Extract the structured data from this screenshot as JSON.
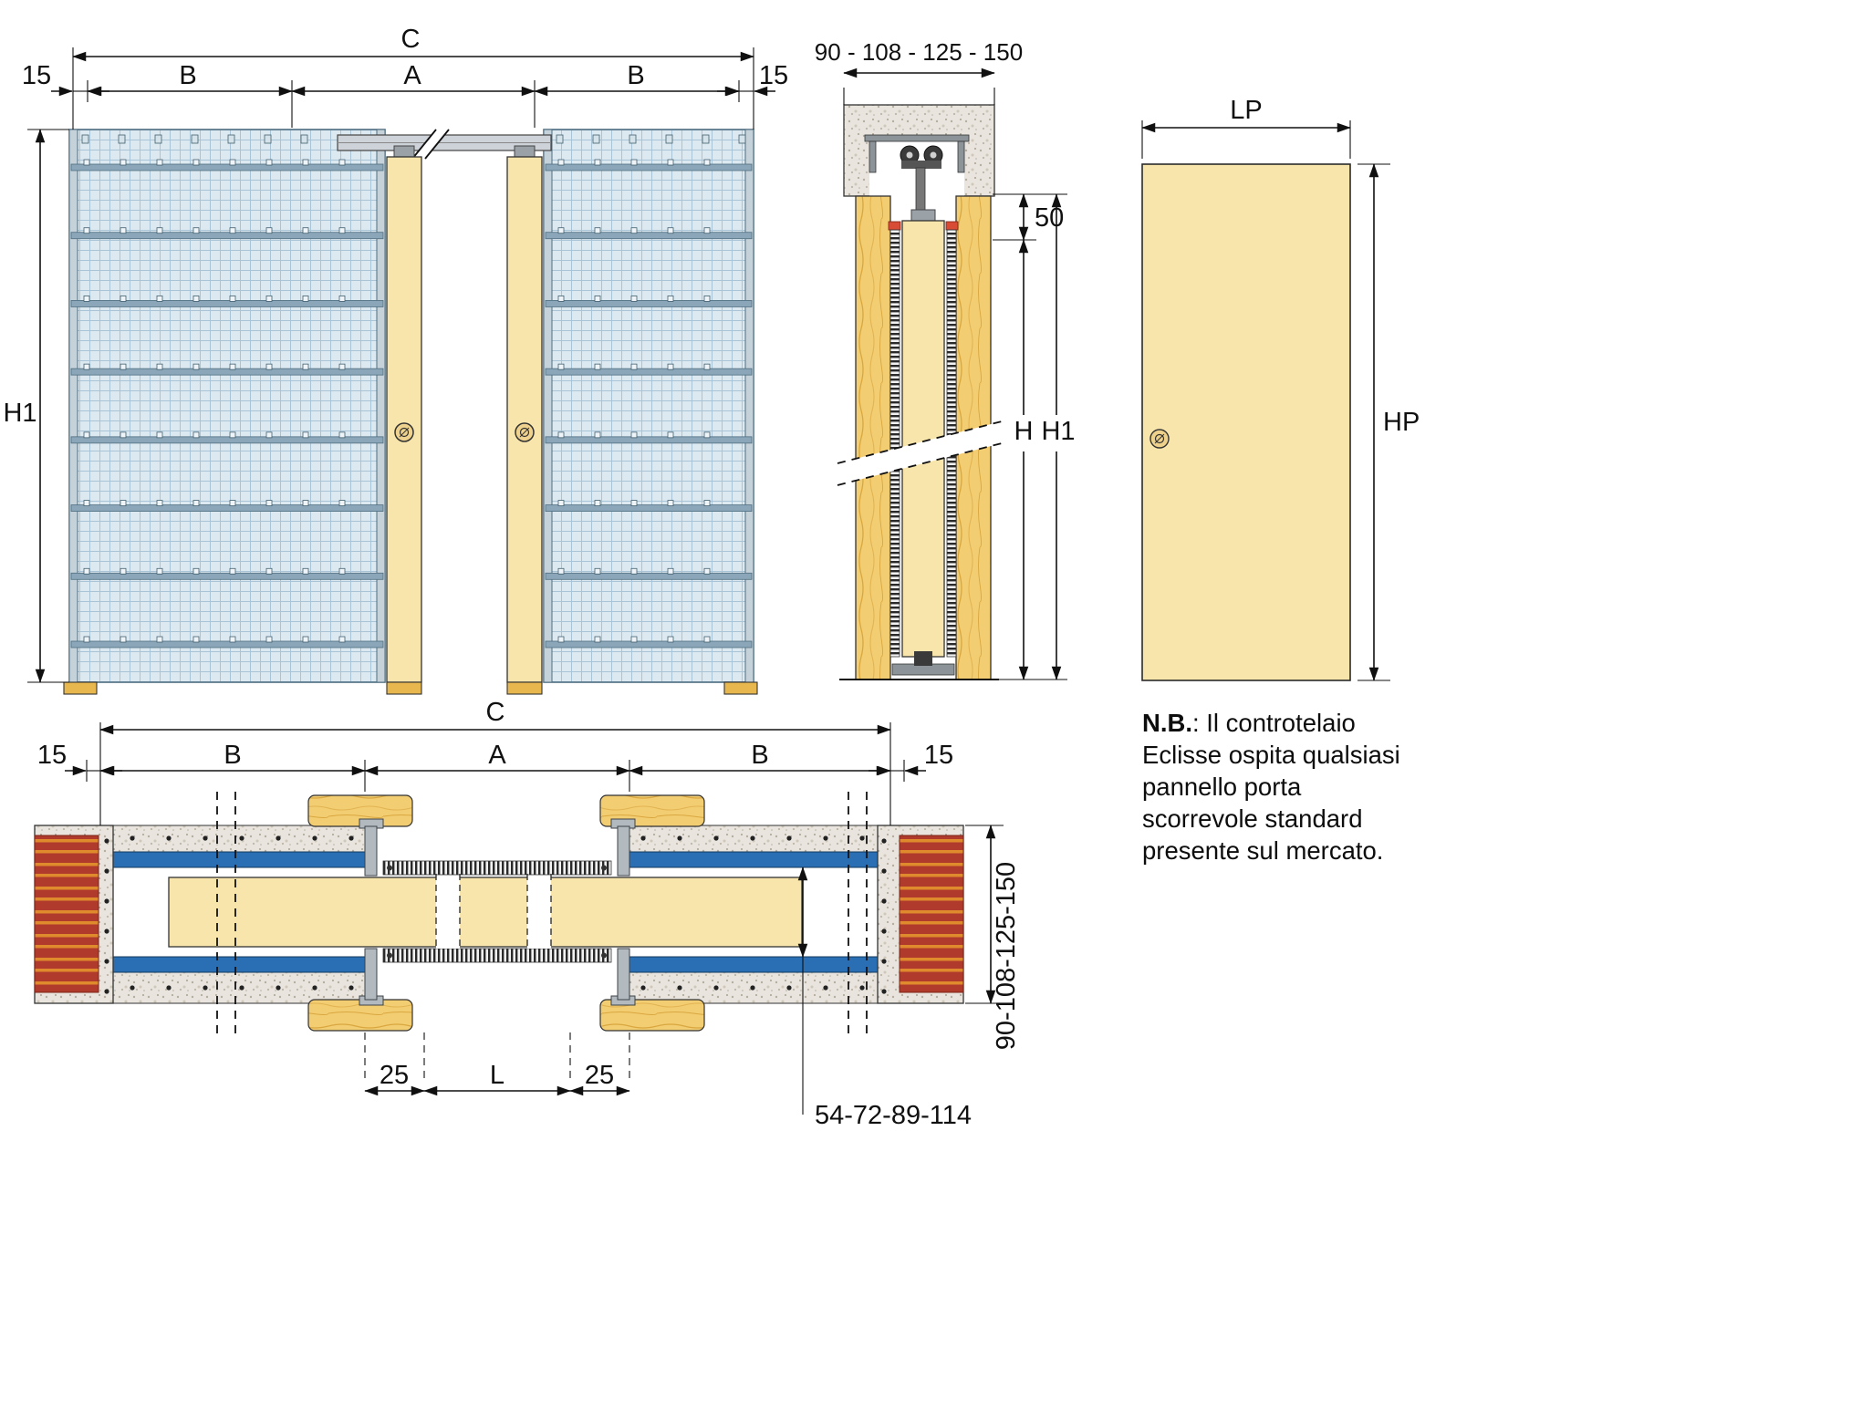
{
  "front_view": {
    "dim_c": "C",
    "dim_15_left": "15",
    "dim_b_left": "B",
    "dim_a": "A",
    "dim_b_right": "B",
    "dim_15_right": "15",
    "dim_h1": "H1"
  },
  "section_view": {
    "dim_wall_widths": "90 - 108 - 125 - 150",
    "dim_top_clearance": "50",
    "dim_h": "H",
    "dim_h1": "H1"
  },
  "panel_view": {
    "dim_lp": "LP",
    "dim_hp": "HP"
  },
  "plan_view": {
    "dim_c": "C",
    "dim_15_left": "15",
    "dim_b_left": "B",
    "dim_a": "A",
    "dim_b_right": "B",
    "dim_15_right": "15",
    "dim_25_left": "25",
    "dim_l": "L",
    "dim_25_right": "25",
    "dim_inner_widths": "54-72-89-114",
    "dim_wall_widths": "90-108-125-150"
  },
  "note": {
    "bold": "N.B.",
    "line1_rest": ": Il controtelaio",
    "line2": "Eclisse ospita qualsiasi",
    "line3": "pannello porta",
    "line4": "scorrevole standard",
    "line5": "presente sul mercato."
  },
  "colors": {
    "mesh_fill": "#dde9f1",
    "mesh_line": "#a9c4d6",
    "rail": "#8ba6b8",
    "wood": "#f3cd72",
    "door_panel": "#f8e5ab",
    "blue_band": "#2a6fb4",
    "brick_red": "#b03a2c",
    "brick_joint": "#e08a2e",
    "concrete": "#e9e5de",
    "metal": "#8d9499"
  }
}
